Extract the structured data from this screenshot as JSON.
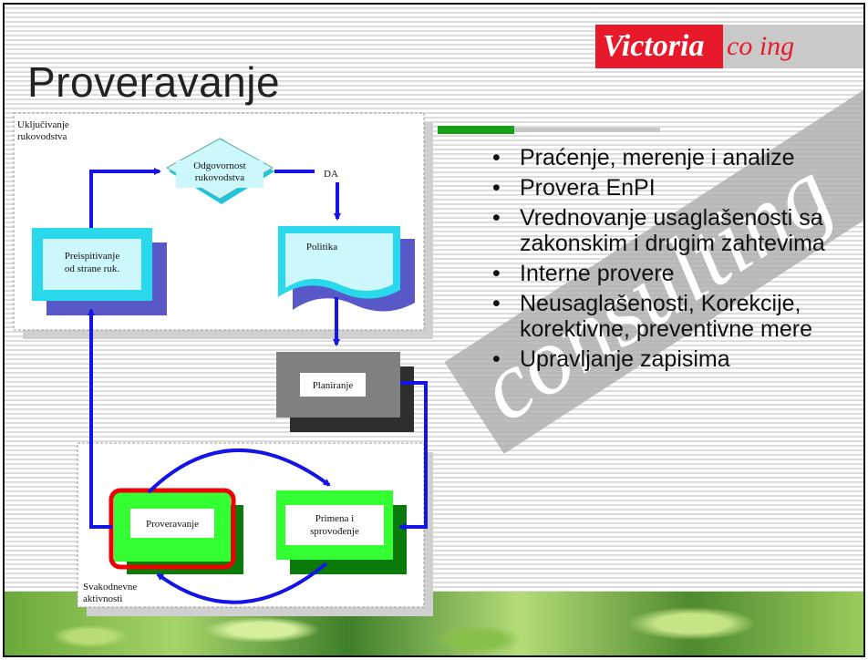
{
  "slide": {
    "title": "Proveravanje",
    "logo": {
      "brand": "Victoria",
      "suffix": "consulting",
      "suffix_visible": "co    ing"
    },
    "watermark_text": "consulting",
    "accent_colors": {
      "red": "#e8192b",
      "green": "#18a018"
    }
  },
  "bullets": [
    "Praćenje, merenje i analize",
    "Provera EnPI",
    "Vrednovanje usaglašenosti sa zakonskim i drugim zahtevima",
    "Interne provere",
    "Neusaglašenosti, Korekcije, korektivne, preventivne mere",
    "Upravljanje zapisima"
  ],
  "diagram": {
    "ukljucivanje": [
      "Uključivanje",
      "rukovodstva"
    ],
    "odgovornost": [
      "Odgovornost",
      "rukovodstva"
    ],
    "da": "DA",
    "politika": "Politika",
    "preispitivanje": [
      "Preispitivanje",
      "od strane ruk."
    ],
    "planiranje": "Planiranje",
    "primena": [
      "Primena i",
      "sprovođenje"
    ],
    "proveravanje": "Proveravanje",
    "svakodnevne": [
      "Svakodnevne",
      "aktivnosti"
    ]
  }
}
